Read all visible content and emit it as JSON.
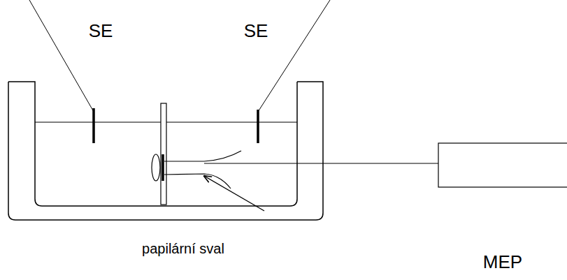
{
  "diagram": {
    "labels": [
      "SE",
      "SE",
      "papilární sval",
      "MEP"
    ]
  }
}
